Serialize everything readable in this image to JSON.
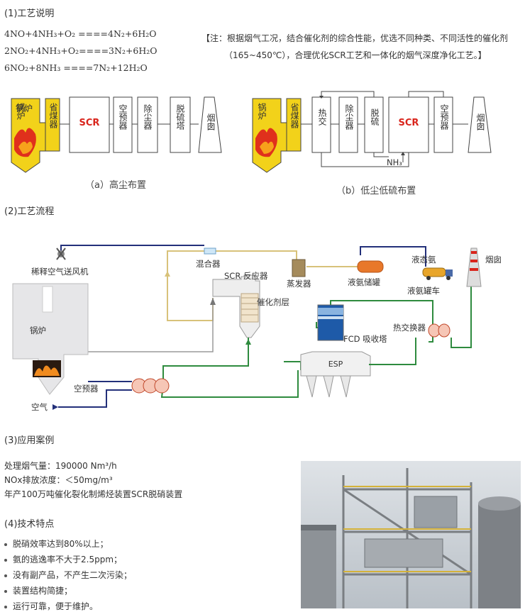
{
  "sections": {
    "s1": "(1)工艺说明",
    "s2": "(2)工艺流程",
    "s3": "(3)应用案例",
    "s4": "(4)技术特点"
  },
  "equations": [
    "4NO+4NH₃+O₂ ====4N₂+6H₂O",
    "2NO₂+4NH₃+O₂====3N₂+6H₂O",
    "6NO₂+8NH₃ ====7N₂+12H₂O"
  ],
  "note": {
    "line1": "【注：根据烟气工况，结合催化剂的综合性能，优选不同种类、不同活性的催化剂",
    "line2": "（165~450℃），合理优化SCR工艺和一体化的烟气深度净化工艺。】"
  },
  "layout_a": {
    "boiler": "锅炉",
    "economizer": "省煤器",
    "scr": "SCR",
    "preheater": "空预器",
    "dust": "除尘器",
    "desulf": "脱硫塔",
    "chimney": "烟囱",
    "caption": "（a）高尘布置"
  },
  "layout_b": {
    "boiler": "锅炉",
    "economizer": "省煤器",
    "heat_ex": "热交",
    "dust": "除尘器",
    "desulf": "脱硫",
    "scr": "SCR",
    "preheater": "空预器",
    "chimney": "烟囱",
    "nh3": "NH₃",
    "caption": "（b）低尘低硫布置"
  },
  "flow": {
    "fan": "稀释空气送风机",
    "mixer": "混合器",
    "evaporator": "蒸发器",
    "ammonia_tank": "液氨储罐",
    "liquid_ammonia": "液态氨",
    "tanker": "液氨罐车",
    "chimney": "烟囱",
    "scr_reactor": "SCR 反应器",
    "catalyst": "催化剂层",
    "boiler": "锅炉",
    "fcd": "FCD 吸收塔",
    "heat_exchanger": "热交换器",
    "esp": "ESP",
    "preheater": "空预器",
    "air": "空气"
  },
  "stats": [
    "处理烟气量：190000 Nm³/h",
    "NOx排放浓度：＜50mg/m³",
    "年产100万吨催化裂化制烯烃装置SCR脱硝装置"
  ],
  "features": [
    "脱硝效率达到80%以上；",
    "氨的逃逸率不大于2.5ppm；",
    "没有副产品，不产生二次污染；",
    "装置结构简捷；",
    "运行可靠，便于维护。"
  ],
  "colors": {
    "boiler_yellow": "#f2d21a",
    "flame_red": "#e0301c",
    "scr_red": "#d9251c",
    "green_line": "#2e8b3e",
    "blue_line": "#23307a",
    "yellow_line": "#d8c27a",
    "grey_line": "#9a9a9a"
  }
}
